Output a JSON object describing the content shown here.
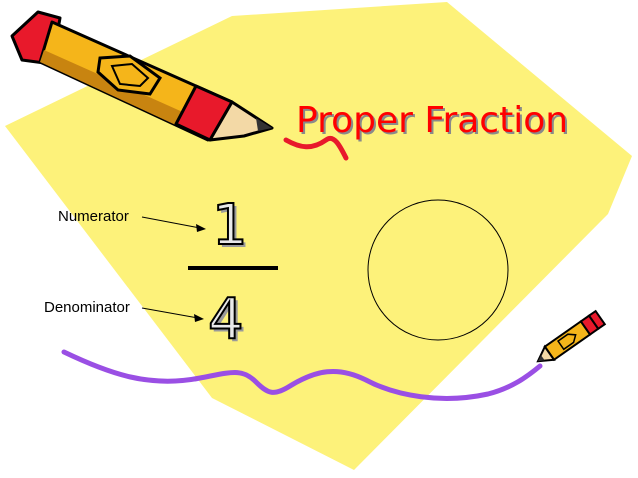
{
  "slide": {
    "title": "Proper Fraction",
    "numerator_value": "1",
    "denominator_value": "4",
    "numerator_label": "Numerator",
    "denominator_label": "Denominator"
  },
  "colors": {
    "background_shape": "#fdf27a",
    "title": "#ff0000",
    "squiggle": "#9a4fe4",
    "pencil_body": "#f5b51a",
    "pencil_band": "#e8192b"
  },
  "icons": {
    "large_pencil": "pencil-icon",
    "small_pencil": "pencil-icon"
  }
}
